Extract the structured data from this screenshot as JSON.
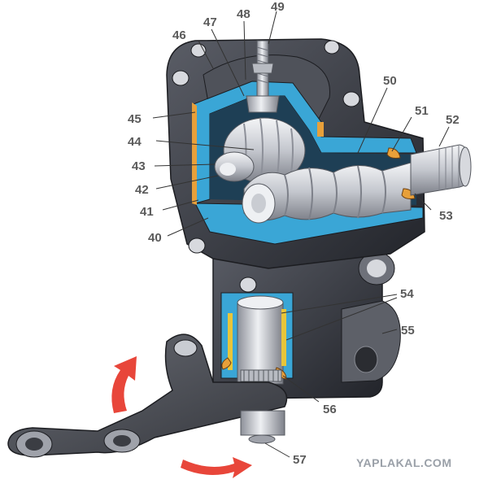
{
  "colors": {
    "housing_dark": "#2b2d33",
    "housing_mid": "#4a4d55",
    "housing_light": "#8d9099",
    "cutaway_blue": "#3aa6d6",
    "cutaway_blue_light": "#8fd3ef",
    "gasket_orange": "#e8a03a",
    "steel": "#c9ccd2",
    "steel_light": "#eef0f3",
    "arrow_red": "#e8463a",
    "callout_text": "#5a5a5a"
  },
  "callouts": [
    {
      "id": "46",
      "label": "46"
    },
    {
      "id": "47",
      "label": "47"
    },
    {
      "id": "48",
      "label": "48"
    },
    {
      "id": "49",
      "label": "49"
    },
    {
      "id": "50",
      "label": "50"
    },
    {
      "id": "51",
      "label": "51"
    },
    {
      "id": "52",
      "label": "52"
    },
    {
      "id": "53",
      "label": "53"
    },
    {
      "id": "45",
      "label": "45"
    },
    {
      "id": "44",
      "label": "44"
    },
    {
      "id": "43",
      "label": "43"
    },
    {
      "id": "42",
      "label": "42"
    },
    {
      "id": "41",
      "label": "41"
    },
    {
      "id": "40",
      "label": "40"
    },
    {
      "id": "54",
      "label": "54"
    },
    {
      "id": "55",
      "label": "55"
    },
    {
      "id": "56",
      "label": "56"
    },
    {
      "id": "57",
      "label": "57"
    }
  ],
  "watermark": "YAPLAKAL.COM"
}
